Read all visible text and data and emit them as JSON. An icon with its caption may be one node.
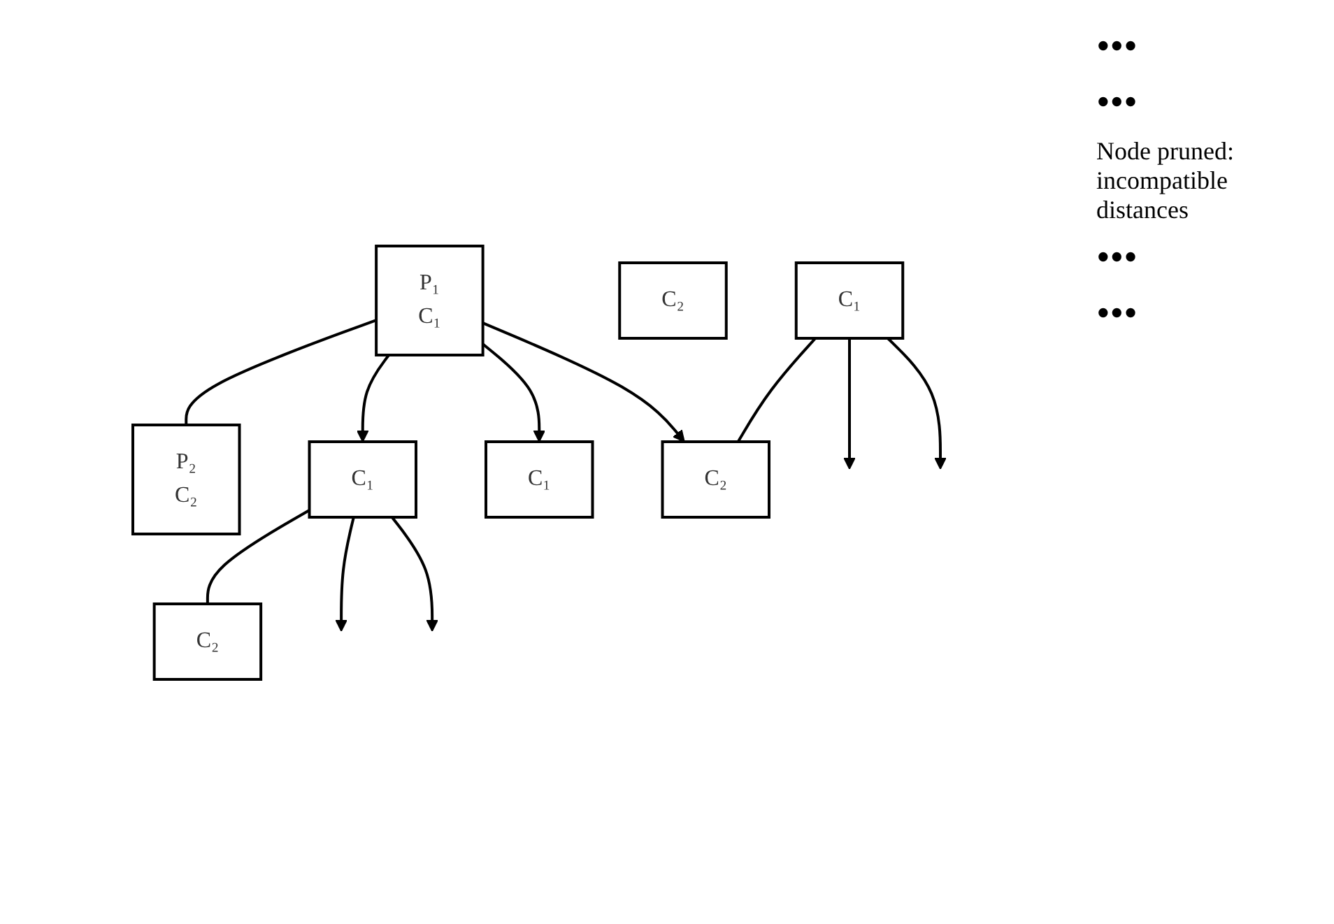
{
  "diagram": {
    "nodes": [
      {
        "text": [
          "P₁",
          "C₁"
        ]
      },
      {
        "text": [
          "P₂",
          "C₂"
        ]
      },
      {
        "text": [
          "C₁"
        ]
      },
      {
        "text": [
          "C₂"
        ]
      },
      {
        "text": [
          "C₁"
        ]
      },
      {
        "text": [
          "C₂"
        ]
      },
      {
        "text": [
          "C₁"
        ]
      },
      {
        "text": [
          "C₂"
        ]
      }
    ],
    "edges": [
      {
        "from": 0,
        "to": 1,
        "arrow": "none"
      },
      {
        "from": 0,
        "to": 2,
        "arrow": "to"
      },
      {
        "from": 0,
        "to": 4,
        "arrow": "to"
      },
      {
        "from": 0,
        "to": 7,
        "arrow": "to"
      },
      {
        "from": 2,
        "to": 3,
        "arrow": "none"
      },
      {
        "from": 6,
        "to": 7,
        "arrow": "none"
      },
      {
        "from": 2,
        "to": null,
        "arrow": "to"
      },
      {
        "from": 2,
        "to": null,
        "arrow": "to"
      },
      {
        "from": 6,
        "to": null,
        "arrow": "to"
      },
      {
        "from": 6,
        "to": null,
        "arrow": "to"
      }
    ],
    "labels": [
      "•••",
      "•••",
      "Node pruned: incompatible distances",
      "•••",
      "•••"
    ]
  }
}
